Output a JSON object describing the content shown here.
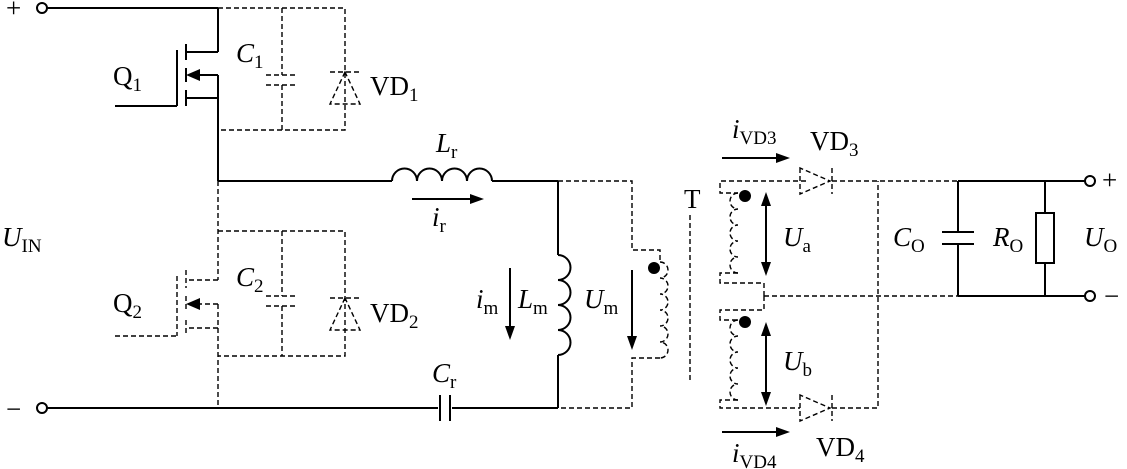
{
  "input": {
    "plus": "+",
    "minus": "−",
    "voltage": "U",
    "voltage_sub": "IN"
  },
  "switches": {
    "q1": {
      "name": "Q",
      "sub": "1"
    },
    "q2": {
      "name": "Q",
      "sub": "2"
    },
    "c1": {
      "name": "C",
      "sub": "1"
    },
    "c2": {
      "name": "C",
      "sub": "2"
    },
    "vd1": {
      "name": "VD",
      "sub": "1"
    },
    "vd2": {
      "name": "VD",
      "sub": "2"
    }
  },
  "resonant": {
    "lr": {
      "name": "L",
      "sub": "r"
    },
    "ir": {
      "name": "i",
      "sub": "r"
    },
    "lm": {
      "name": "L",
      "sub": "m"
    },
    "im": {
      "name": "i",
      "sub": "m"
    },
    "um": {
      "name": "U",
      "sub": "m"
    },
    "cr": {
      "name": "C",
      "sub": "r"
    }
  },
  "transformer": {
    "name": "T",
    "ua": {
      "name": "U",
      "sub": "a"
    },
    "ub": {
      "name": "U",
      "sub": "b"
    }
  },
  "rectifier": {
    "vd3": {
      "name": "VD",
      "sub": "3"
    },
    "vd4": {
      "name": "VD",
      "sub": "4"
    },
    "ivd3": {
      "name": "i",
      "sub": "VD3"
    },
    "ivd4": {
      "name": "i",
      "sub": "VD4"
    }
  },
  "output": {
    "co": {
      "name": "C",
      "sub": "O"
    },
    "ro": {
      "name": "R",
      "sub": "O"
    },
    "uo": {
      "name": "U",
      "sub": "O"
    },
    "plus": "+",
    "minus": "−"
  }
}
